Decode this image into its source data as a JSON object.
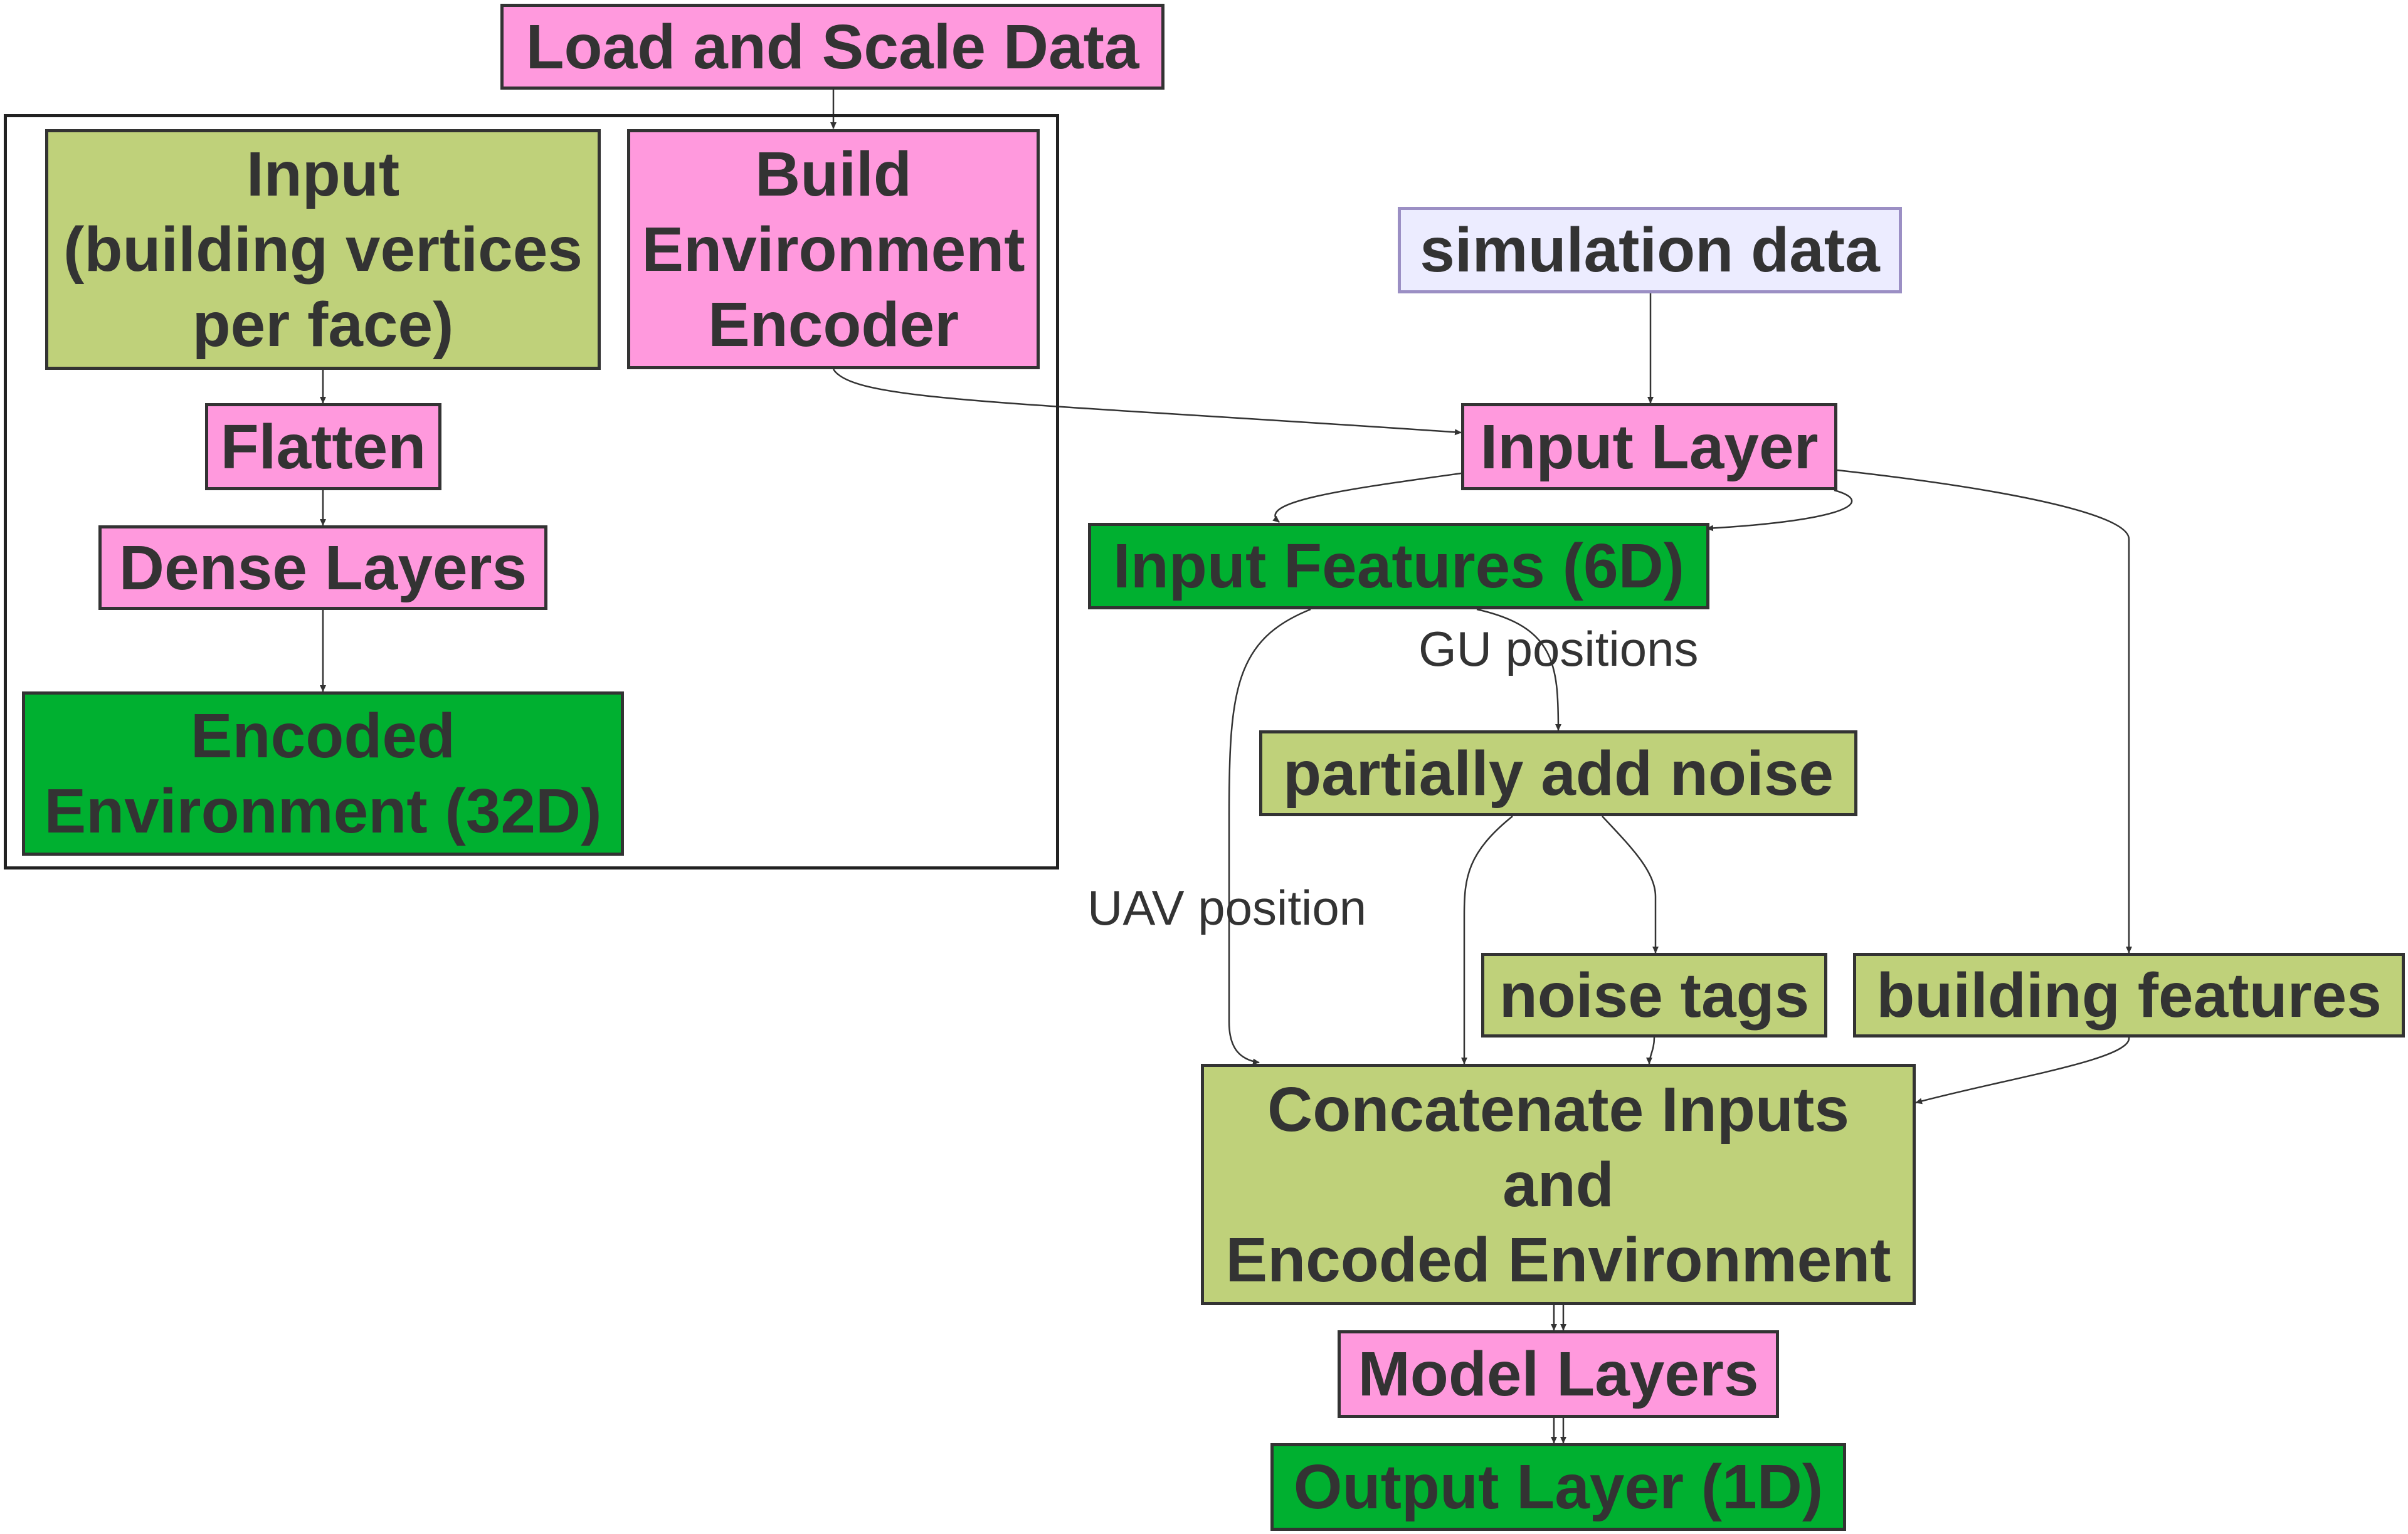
{
  "nodes": {
    "load_scale": "Load and Scale Data",
    "input_building": "Input\n(building vertices\nper face)",
    "build_encoder": "Build\nEnvironment\nEncoder",
    "flatten": "Flatten",
    "dense_layers": "Dense Layers",
    "encoded_env": "Encoded\nEnvironment (32D)",
    "simulation_data": "simulation data",
    "input_layer": "Input Layer",
    "input_features": "Input Features (6D)",
    "partially_noise": "partially add noise",
    "noise_tags": "noise tags",
    "building_features": "building features",
    "concatenate": "Concatenate Inputs\nand\nEncoded Environment",
    "model_layers": "Model Layers",
    "output_layer": "Output Layer (1D)"
  },
  "edge_labels": {
    "gu_positions": "GU positions",
    "uav_position": "UAV position"
  },
  "colors": {
    "pink": "#ff99dd",
    "olive": "#bfd17a",
    "green": "#00b030",
    "lavender": "#ececff",
    "border": "#333333"
  }
}
